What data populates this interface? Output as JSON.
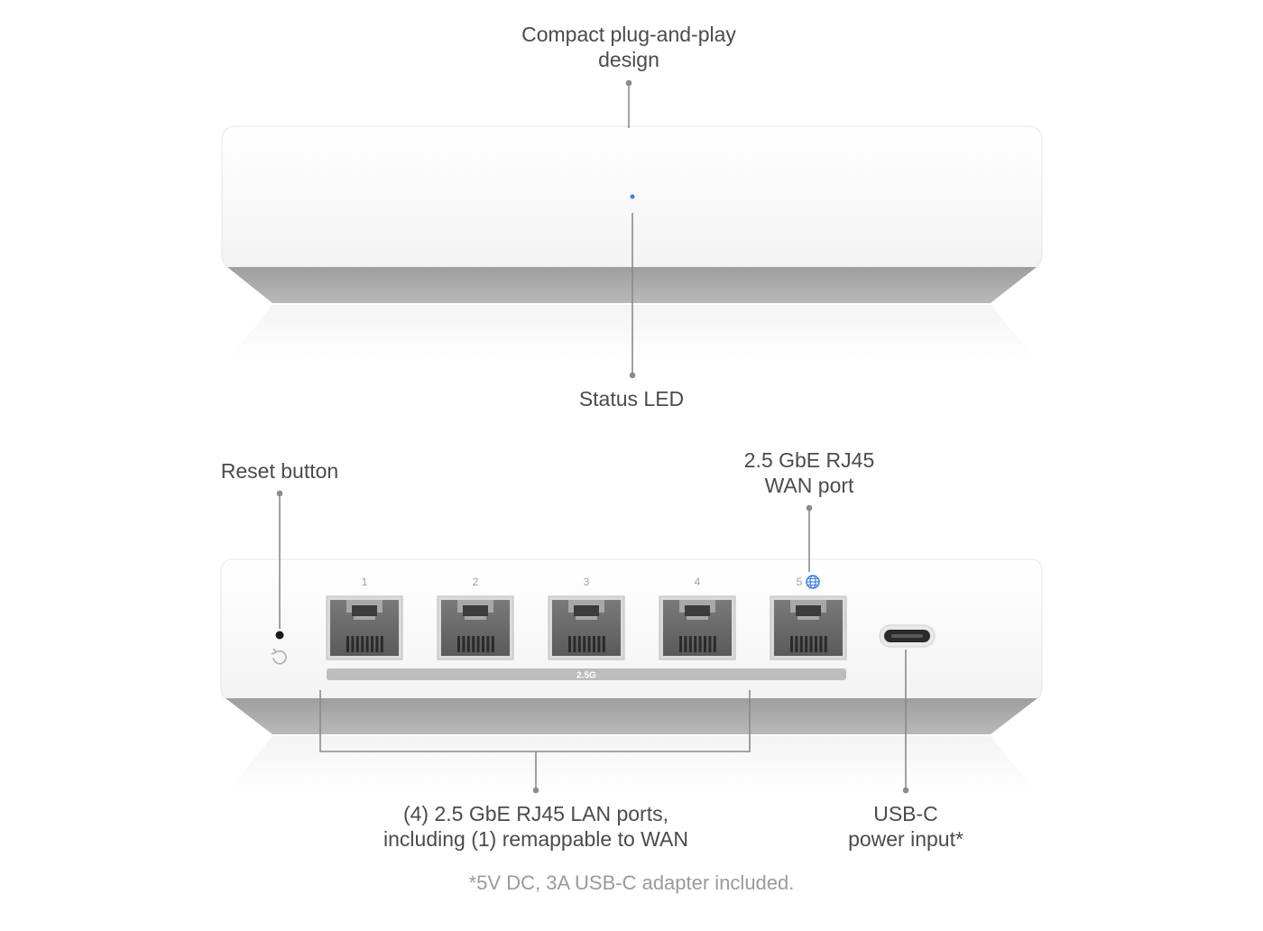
{
  "top_device": {
    "callout_top": "Compact plug-and-play\ndesign",
    "callout_led": "Status LED",
    "led_color": "#3b82d6"
  },
  "bottom_device": {
    "callout_reset": "Reset button",
    "callout_wan": "2.5 GbE RJ45\nWAN port",
    "callout_lan": "(4) 2.5 GbE RJ45 LAN ports,\nincluding (1) remappable to WAN",
    "callout_usbc": "USB-C\npower input*",
    "ports": [
      "1",
      "2",
      "3",
      "4",
      "5"
    ],
    "speed_label": "2.5G",
    "wan_icon": "globe-icon",
    "wan_icon_color": "#3b82d6"
  },
  "footnote": "*5V DC, 3A USB-C adapter included."
}
